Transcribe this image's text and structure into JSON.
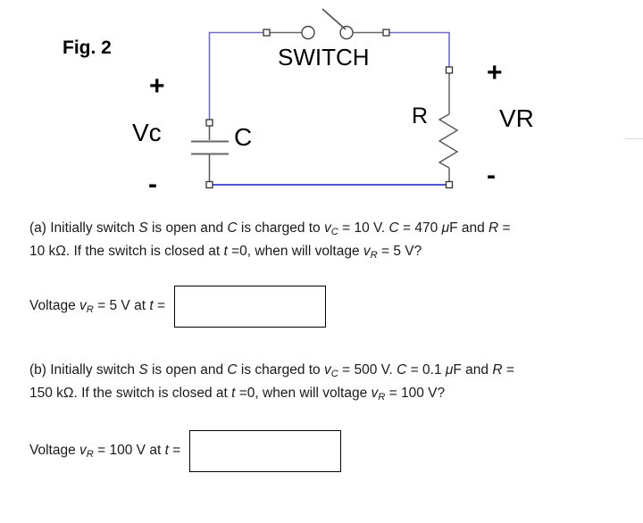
{
  "figure": {
    "caption": "Fig. 2",
    "switch_label": "SWITCH",
    "capacitor_label": "C",
    "capacitor_voltage_label": "Vc",
    "capacitor_plus": "+",
    "capacitor_minus": "-",
    "resistor_label": "R",
    "resistor_voltage_label": "VR",
    "resistor_plus": "+",
    "resistor_minus": "-",
    "wire_color": "#6f6fcf",
    "component_color": "#555555",
    "handle_color": "#444444"
  },
  "questions": [
    {
      "id": "a",
      "marker": "(a)",
      "line1_parts": [
        "Initially switch ",
        "S",
        " is open and ",
        "C",
        " is charged to ",
        "v",
        "C",
        " = 10 V. ",
        "C",
        " = 470 ",
        "μ",
        "F and ",
        "R",
        " ="
      ],
      "line2_parts": [
        "10 kΩ.  If the switch is closed at ",
        "t",
        " =0, when will voltage ",
        "v",
        "R",
        " = 5 V?"
      ],
      "answer_label_parts": [
        "Voltage ",
        "v",
        "R",
        " = 5 V at ",
        "t",
        " ="
      ],
      "answer_value": ""
    },
    {
      "id": "b",
      "marker": "(b)",
      "line1_parts": [
        "Initially switch ",
        "S",
        " is open and ",
        "C",
        " is charged to ",
        "v",
        "C",
        " = 500 V. ",
        "C",
        " = 0.1 ",
        "μ",
        "F and ",
        "R",
        " ="
      ],
      "line2_parts": [
        "150 kΩ. If the switch is closed at ",
        "t",
        " =0, when will voltage ",
        "v",
        "R",
        " = 100 V?"
      ],
      "answer_label_parts": [
        "Voltage ",
        "v",
        "R",
        " = 100 V at ",
        "t",
        " ="
      ],
      "answer_value": ""
    }
  ]
}
